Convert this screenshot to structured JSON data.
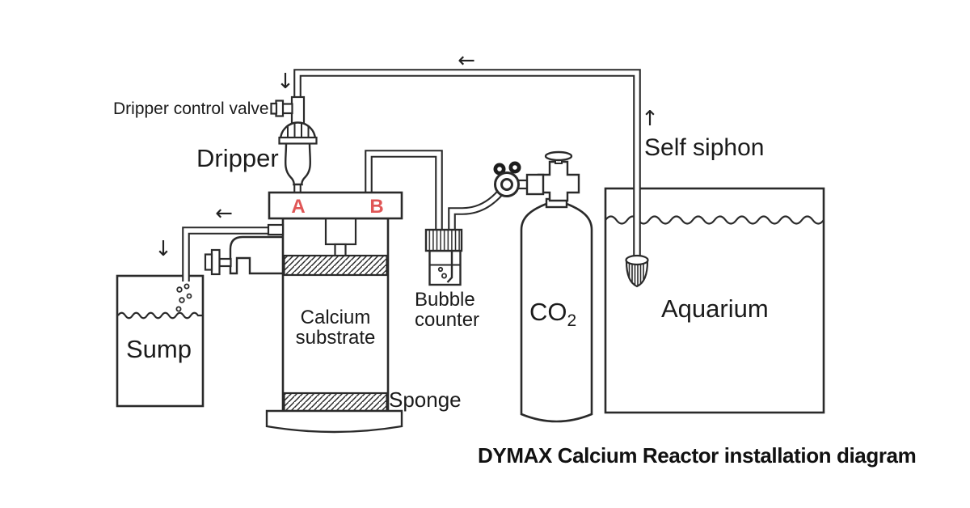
{
  "diagram": {
    "title": "DYMAX Calcium Reactor installation diagram",
    "components": {
      "dripper_control_valve": {
        "label": "Dripper control valve"
      },
      "dripper": {
        "label": "Dripper"
      },
      "reactor": {
        "port_a": "A",
        "port_b": "B",
        "substrate_label": "Calcium\nsubstrate",
        "sponge_label": "Sponge"
      },
      "sump": {
        "label": "Sump"
      },
      "bubble_counter": {
        "label": "Bubble\ncounter"
      },
      "co2_cylinder": {
        "label": "CO",
        "label_subscript": "2"
      },
      "aquarium": {
        "label": "Aquarium"
      },
      "self_siphon": {
        "label": "Self siphon"
      }
    },
    "flow_arrows": {
      "top_return": "←",
      "into_dripper": "↓",
      "siphon_up": "↑",
      "to_sump": "←",
      "into_sump": "↓"
    },
    "colors": {
      "line": "#2a2a2a",
      "text": "#1b1b1b",
      "port_label": "#e05656",
      "background": "#ffffff"
    }
  }
}
